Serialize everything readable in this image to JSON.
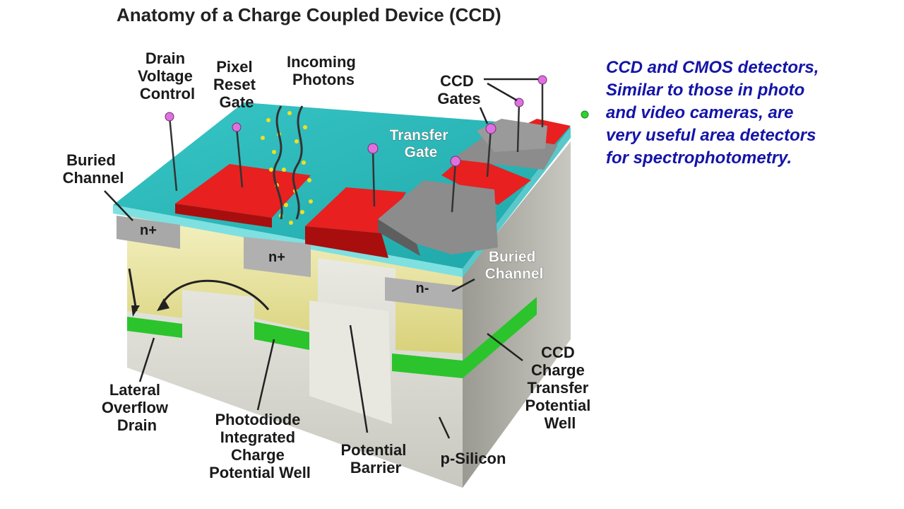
{
  "title": "Anatomy of a Charge Coupled Device (CCD)",
  "labels": {
    "drain_voltage_control": [
      "Drain",
      "Voltage",
      "Control"
    ],
    "pixel_reset_gate": [
      "Pixel",
      "Reset",
      "Gate"
    ],
    "incoming_photons": [
      "Incoming",
      "Photons"
    ],
    "ccd_gates": [
      "CCD",
      "Gates"
    ],
    "transfer_gate": [
      "Transfer",
      "Gate"
    ],
    "buried_channel_left": [
      "Buried",
      "Channel"
    ],
    "buried_channel_right": [
      "Buried",
      "Channel"
    ],
    "n_plus_left": "n+",
    "n_plus_center": "n+",
    "n_minus": "n-",
    "lateral_overflow_drain": [
      "Lateral",
      "Overflow",
      "Drain"
    ],
    "photodiode_well": [
      "Photodiode",
      "Integrated",
      "Charge",
      "Potential Well"
    ],
    "potential_barrier": [
      "Potential",
      "Barrier"
    ],
    "p_silicon": "p-Silicon",
    "ccd_transfer_well": [
      "CCD",
      "Charge",
      "Transfer",
      "Potential",
      "Well"
    ]
  },
  "note": {
    "lines": [
      "CCD and CMOS detectors,",
      "Similar to those in photo",
      "and video cameras, are",
      "very useful area detectors",
      "for spectrophotometry."
    ]
  },
  "colors": {
    "note_text": "#1414a8",
    "oxide_top": "#2fb8b8",
    "gate_red": "#d81818",
    "gate_gray": "#8a8a8a",
    "well_yellow": "#ece79a",
    "well_green": "#2cc42c",
    "substrate": "#d9d9d0",
    "pin_pink": "#e070e0"
  }
}
